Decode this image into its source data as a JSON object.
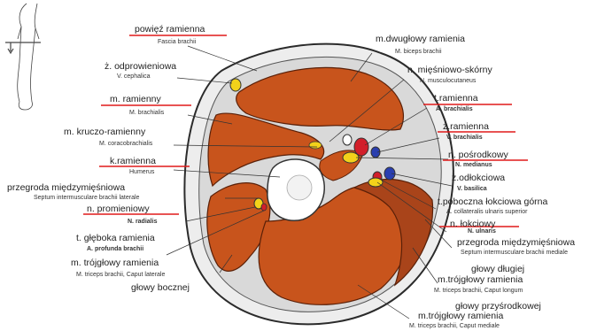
{
  "labels": {
    "fascia_pl": "powięź ramienna",
    "fascia_lat": "Fascia brachii",
    "cephalica_pl": "ż. odprowieniowa",
    "cephalica_lat": "V. cephalica",
    "brachialis_pl": "m. ramienny",
    "brachialis_lat": "M. brachialis",
    "coraco_pl": "m. kruczo-ramienny",
    "coraco_lat": "M. coracobrachialis",
    "humerus_pl": "k.ramienna",
    "humerus_lat": "Humerus",
    "septum_lat_pl": "przegroda międzymięśniowa",
    "septum_lat_lat": "Septum intermusculare brachii laterale",
    "radial_pl": "n. promieniowy",
    "radial_lat": "N. radialis",
    "profunda_pl": "t. głęboka ramienia",
    "profunda_lat": "A. profunda brachii",
    "triceps_lat_pl": "m. trójgłowy ramienia",
    "triceps_lat_lat": "M. triceps brachii, Caput laterale",
    "triceps_lat_head": "głowy bocznej",
    "biceps_pl": "m.dwugłowy ramienia",
    "biceps_lat": "M. biceps brachii",
    "musculocut_pl": "n. mięśniowo-skórny",
    "musculocut_lat": "N. musculocutaneus",
    "artery_pl": "t.ramienna",
    "artery_lat": "A. brachialis",
    "vein_pl": "ż.ramienna",
    "vein_lat": "V. brachialis",
    "median_pl": "n. pośrodkowy",
    "median_lat": "N. medianus",
    "basilica_pl": "ż.odłokciowa",
    "basilica_lat": "V. basilica",
    "collat_pl": "t.poboczna łokciowa górna",
    "collat_lat": "A. collateralis ulnaris superior",
    "ulnar_pl": "n. łokciowy",
    "ulnar_lat": "N. ulnaris",
    "septum_med_pl": "przegroda międzymięśniowa",
    "septum_med_lat": "Septum intermusculare brachii mediale",
    "long_head_pl": "głowy długiej",
    "triceps_long_pl": "m.trójgłowy ramienia",
    "triceps_long_lat": "M. triceps brachii, Caput longum",
    "medial_head_pl": "głowy przyśrodkowej",
    "triceps_med_pl": "m.trójgłowy ramienia",
    "triceps_med_lat": "M. triceps brachii, Caput mediale"
  },
  "colors": {
    "muscle": "#c8541c",
    "muscle_dark": "#8a3410",
    "fascia": "#e6e6e6",
    "outline": "#2b2b2b",
    "artery": "#d21f2a",
    "vein": "#2a3fb0",
    "nerve": "#f3d21a",
    "underline": "#e01a1a"
  }
}
